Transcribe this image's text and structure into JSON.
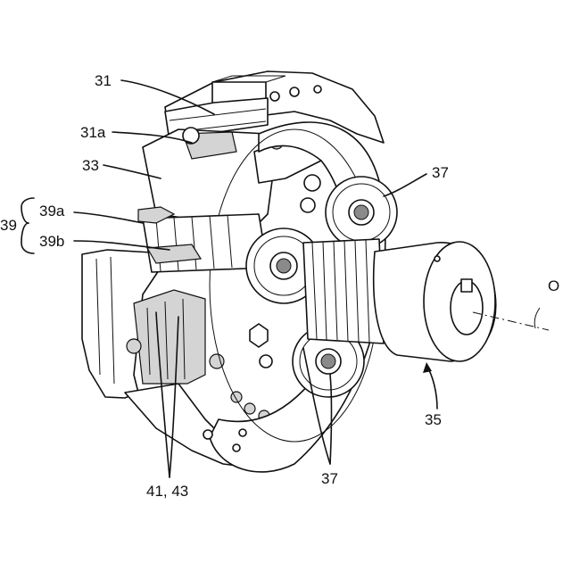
{
  "figure": {
    "labels": {
      "l31": "31",
      "l31a": "31a",
      "l33": "33",
      "l37_top": "37",
      "l39": "39",
      "l39a": "39a",
      "l39b": "39b",
      "lO": "O",
      "l35": "35",
      "l37_bottom": "37",
      "l41_43": "41, 43"
    }
  }
}
